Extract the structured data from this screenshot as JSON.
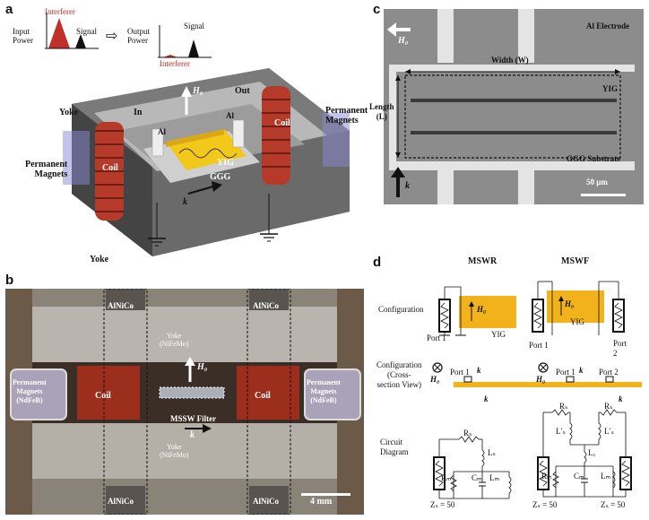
{
  "panels": {
    "a": {
      "letter": "a",
      "input_power": "Input\nPower",
      "interferer_top": "Interferer",
      "signal_in": "Signal",
      "output_power": "Output\nPower",
      "signal_out": "Signal",
      "interferer_out": "Interferer",
      "yoke_top": "Yoke",
      "yoke_bottom": "Yoke",
      "perm_left": "Permanent\nMagnets",
      "perm_right": "Permanent\nMagnets",
      "coil_left": "Coil",
      "coil_right": "Coil",
      "port_in": "In",
      "port_out": "Out",
      "al_left": "Al",
      "al_right": "Al",
      "yig": "YIG",
      "ggg": "GGG",
      "h0": "H₀",
      "k": "k"
    },
    "b": {
      "letter": "b",
      "alnico_tl": "AlNiCo",
      "alnico_tr": "AlNiCo",
      "alnico_bl": "AlNiCo",
      "alnico_br": "AlNiCo",
      "yoke_top": "Yoke\n(NiFeMo)",
      "yoke_bottom": "Yoke\n(NiFeMo)",
      "perm_left": "Permanent\nMagnets\n(NdFeB)",
      "perm_right": "Permanent\nMagnets\n(NdFeB)",
      "coil_left": "Coil",
      "coil_right": "Coil",
      "filter": "MSSW Filter",
      "h0": "H₀",
      "k": "k",
      "scale": "4 mm"
    },
    "c": {
      "letter": "c",
      "h0": "H₀",
      "al_electrode": "Al Electrode",
      "width": "Width (W)",
      "yig": "YIG",
      "length": "Length\n(L)",
      "ggg": "GGG Substrate",
      "k": "k",
      "scale": "50 µm"
    },
    "d": {
      "letter": "d",
      "mswr": "MSWR",
      "mswf": "MSWF",
      "row_config": "Configuration",
      "row_cross": "Configuration\n(Cross-\nsection View)",
      "row_circuit": "Circuit\nDiagram",
      "yig_left": "YIG",
      "yig_right": "YIG",
      "h0": "H₀",
      "port1_left": "Port 1",
      "port1_right": "Port 1",
      "port2_right": "Port\n2",
      "cs_port1_left": "Port 1",
      "cs_port1_right": "Port 1",
      "cs_port2_right": "Port 2",
      "k": "k",
      "rs": "Rₛ",
      "ls": "Lₛ",
      "rm": "Rₘ",
      "cm": "Cₘ",
      "lm": "Lₘ",
      "rs_l": "Rₛ",
      "rs_r": "Rₛ",
      "lsp_l": "L′ₛ",
      "lsp_r": "L′ₛ",
      "lc": "L꜀",
      "rm_r": "Rₘ",
      "cm_r": "Cₘ",
      "lm_r": "Lₘ",
      "zs_left": "Zₛ = 50",
      "zs_r1": "Zₛ = 50",
      "zs_r2": "Zₛ = 50"
    }
  },
  "colors": {
    "yig": "#f2b21c",
    "coil": "#b53a2a",
    "interferer": "#c0302a",
    "photo_bg": "#5a4a3a",
    "sem_bg": "#8a8a8a"
  }
}
